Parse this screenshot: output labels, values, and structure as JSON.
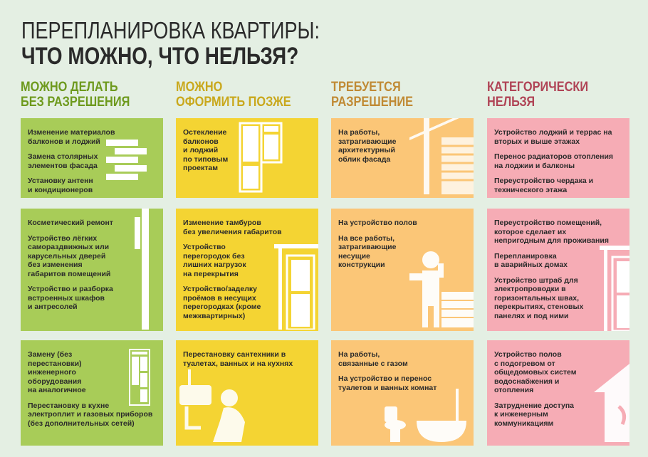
{
  "title": {
    "line1": "ПЕРЕПЛАНИРОВКА КВАРТИРЫ:",
    "line2": "ЧТО МОЖНО, ЧТО НЕЛЬЗЯ?"
  },
  "colors": {
    "green": "#a8cc58",
    "yellow": "#f4d433",
    "orange": "#fbc677",
    "pink": "#f6acb5",
    "background": "#e4efe3"
  },
  "columns": [
    {
      "heading": [
        "МОЖНО ДЕЛАТЬ",
        "БЕЗ РАЗРЕШЕНИЯ"
      ],
      "color": "#6e9a1e",
      "cards": [
        {
          "items": [
            "Изменение материалов\nбалконов и лоджий",
            "Замена столярных\nэлементов фасада",
            "Установку антенн\nи кондиционеров"
          ],
          "icon": "bricks-icon"
        },
        {
          "items": [
            "Косметический ремонт",
            "Устройство лёгких\nсамораздвижных или\nкарусельных дверей\nбез изменения\nгабаритов помещений",
            "Устройство и разборка\nвстроенных шкафов\nи антресолей"
          ],
          "icon": "wardrobe-icon"
        },
        {
          "items": [
            "Замену (без\nперестановки)\nинженерного\n оборудования\nна аналогичное",
            "Перестановку в кухне\nэлектроплит и газовых приборов\n(без дополнительных сетей)"
          ],
          "icon": "kitchen-cabinet-icon"
        }
      ]
    },
    {
      "heading": [
        "МОЖНО",
        "ОФОРМИТЬ ПОЗЖЕ"
      ],
      "color": "#c9a81c",
      "cards": [
        {
          "items": [
            "Остекление\nбалконов\n и лоджий\nпо типовым\n проектам"
          ],
          "icon": "window-icon"
        },
        {
          "items": [
            "Изменение тамбуров\nбез увеличения габаритов",
            "Устройство\nперегородок без\nлишних нагрузок\nна перекрытия",
            "Устройство/заделку\nпроёмов в несущих\nперегородках (кроме\nмежквартирных)"
          ],
          "icon": "door-icon"
        },
        {
          "items": [
            "Перестановку сантехники в\nтуалетах, ванных и на кухнях"
          ],
          "icon": "plumber-icon"
        }
      ]
    },
    {
      "heading": [
        "ТРЕБУЕТСЯ",
        "РАЗРЕШЕНИЕ"
      ],
      "color": "#c08a34",
      "cards": [
        {
          "items": [
            "На работы,\nзатрагивающие\nархитектурный\nоблик фасада"
          ],
          "icon": "crane-icon"
        },
        {
          "items": [
            "На устройство полов",
            "На все работы,\nзатрагивающие\nнесущие\nконструкции"
          ],
          "icon": "builder-icon"
        },
        {
          "items": [
            "На работы,\nсвязанные с газом",
            "На устройство и перенос\nтуалетов и ванных комнат"
          ],
          "icon": "bathroom-icon"
        }
      ]
    },
    {
      "heading": [
        "КАТЕГОРИЧЕСКИ",
        "НЕЛЬЗЯ"
      ],
      "color": "#b04456",
      "cards": [
        {
          "items": [
            "Устройство лоджий и террас на\nвторых и выше этажах",
            "Перенос радиаторов отопления\nна лоджии и балконы",
            "Переустройство чердака и\nтехнического  этажа"
          ],
          "icon": ""
        },
        {
          "items": [
            "Переустройство помещений,\nкоторое сделает их\nнепригодным для проживания",
            "Перепланировка\nв аварийных домах",
            "Устройство штраб для\nэлектропроводки в\nгоризонтальных швах,\nперекрытиях, стеновых\nпанелях и под ними"
          ],
          "icon": "door-icon"
        },
        {
          "items": [
            "Устройство полов\nс подогревом от\nобщедомовых систем\nводоснабжения и\nотопления",
            "Затруднение доступа\nк инженерным\nкоммуникациям"
          ],
          "icon": "house-icon"
        }
      ]
    }
  ]
}
